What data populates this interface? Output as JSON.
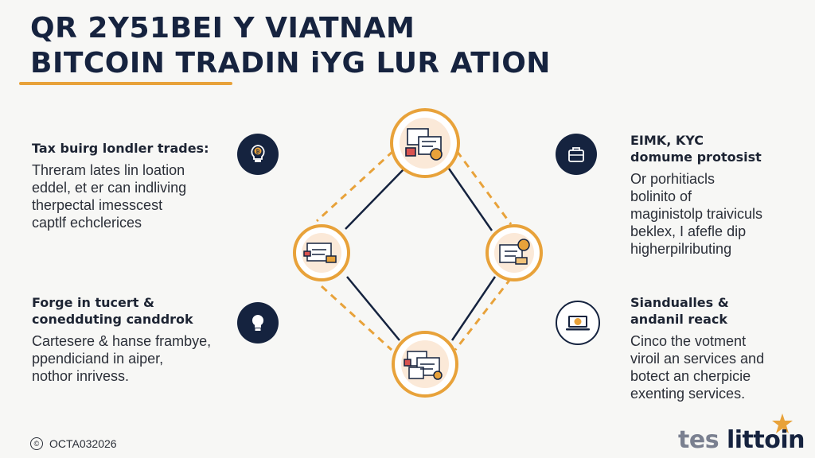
{
  "title": {
    "line1": "QR 2Y51BEI Y VIATNAM",
    "line2": "BITCOIN TRADIN iYG LUR ATION"
  },
  "panels": {
    "top_left": {
      "heading": [
        "Tax buirg londler trades:"
      ],
      "body": [
        "Threram lates lin loation",
        "eddel, et er can indliving",
        "therpectal imesscest",
        "captlf echclerices"
      ],
      "icon": "bitcoin-lightbulb-icon"
    },
    "bottom_left": {
      "heading": [
        "Forge in tucert &",
        "conedduting canddrok"
      ],
      "body": [
        "Cartesere & hanse frambye,",
        "ppendiciand in aiper,",
        "nothor inrivess."
      ],
      "icon": "lightbulb-icon"
    },
    "top_right": {
      "heading": [
        "EIMK, KYC",
        "domume protosist"
      ],
      "body": [
        "Or porhitiacls",
        "bolinito of",
        "maginistolp traiviculs",
        "beklex, I afefle dip",
        "higherpilributing"
      ],
      "icon": "briefcase-icon"
    },
    "bottom_right": {
      "heading": [
        "Siandualles &",
        "andanil reack"
      ],
      "body": [
        "Cinco the votment",
        "viroil an services and",
        "botect an cherpicie",
        "exenting services."
      ],
      "icon": "laptop-bitcoin-icon"
    }
  },
  "footer": {
    "symbol": "©",
    "code": "OCTA032026"
  },
  "brand": {
    "lead": "tes",
    "rest": " littoin"
  },
  "colors": {
    "navy": "#15233f",
    "orange": "#e8a23a",
    "background": "#f7f7f5"
  },
  "diagram": {
    "nodes": [
      "node-top",
      "node-left",
      "node-right",
      "node-bottom"
    ],
    "node_icons": [
      "document-stack-icon",
      "document-card-icon",
      "document-coin-icon",
      "document-pile-icon"
    ]
  }
}
